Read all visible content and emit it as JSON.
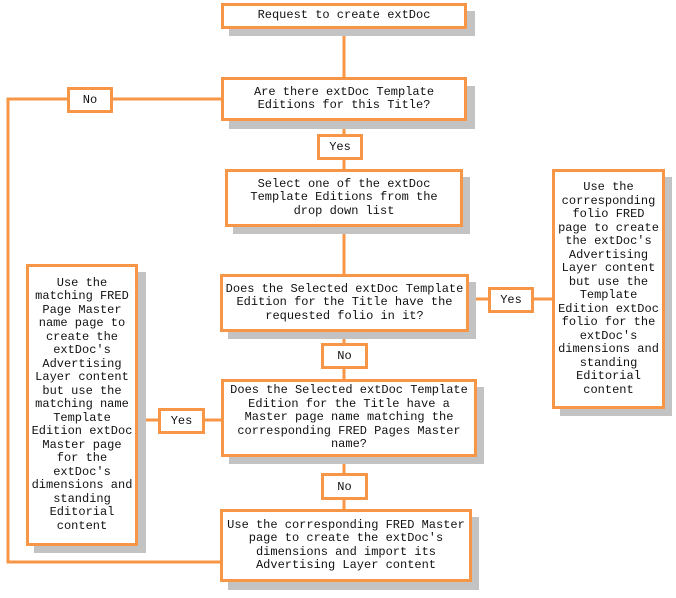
{
  "colors": {
    "stroke": "#f79646",
    "shadow": "#c3c3c3"
  },
  "nodes": {
    "start": "Request to create extDoc",
    "q_editions": "Are there extDoc Template\nEditions for this Title?",
    "select_edition": "Select one of the extDoc\nTemplate Editions from the\ndrop down list",
    "q_folio": "Does the Selected extDoc Template\nEdition for the Title have the\nrequested folio in it?",
    "q_master": "Does the Selected extDoc Template\nEdition for the Title have a\nMaster page name matching the\ncorresponding FRED Pages Master\nname?",
    "use_fred_master": "Use the corresponding FRED Master\npage to create the extDoc's\ndimensions and import its\nAdvertising Layer content",
    "use_folio_page": "Use the\ncorresponding\nfolio FRED\npage to create\nthe extDoc's\nAdvertising\nLayer content\nbut use the\nTemplate\nEdition extDoc\nfolio for the\nextDoc's\ndimensions and\nstanding\nEditorial\ncontent",
    "use_matching_master": "Use the\nmatching FRED\nPage Master\nname page to\ncreate the\nextDoc's\nAdvertising\nLayer content\nbut use the\nmatching name\nTemplate\nEdition extDoc\nMaster page\nfor the\nextDoc's\ndimensions and\nstanding\nEditorial\ncontent"
  },
  "edges": {
    "editions_no": "No",
    "editions_yes": "Yes",
    "folio_yes": "Yes",
    "folio_no": "No",
    "master_yes": "Yes",
    "master_no": "No"
  }
}
